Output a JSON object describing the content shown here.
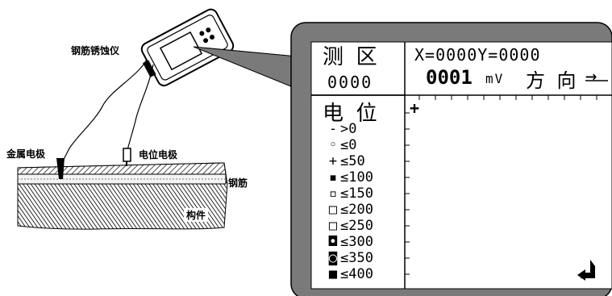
{
  "labels": {
    "instrument": "钢筋锈蚀仪",
    "metal_electrode": "金属电极",
    "potential_electrode": "电位电极",
    "rebar": "钢筋",
    "member": "构件"
  },
  "screen": {
    "zone_label": "测 区",
    "zone_value": "0000",
    "coord_text": "X=0000Y=0000",
    "reading_value": "0001",
    "reading_unit": "mV",
    "direction_label": "方 向",
    "direction_arrow": "→",
    "potential_label": "电 位",
    "legend": [
      {
        "symbol": "-",
        "text": ">0"
      },
      {
        "symbol": "◦",
        "text": "≤0"
      },
      {
        "symbol": "+",
        "text": "≤50"
      },
      {
        "symbol": "▪",
        "text": "≤100"
      },
      {
        "symbol": "▫",
        "text": "≤150"
      },
      {
        "symbol": "□",
        "text": "≤200"
      },
      {
        "symbol": "□",
        "text": "≤250"
      },
      {
        "symbol": "◘",
        "text": "≤300"
      },
      {
        "symbol": "◙",
        "text": "≤350"
      },
      {
        "symbol": "■",
        "text": "≤400"
      }
    ],
    "plot_marker": "+"
  }
}
